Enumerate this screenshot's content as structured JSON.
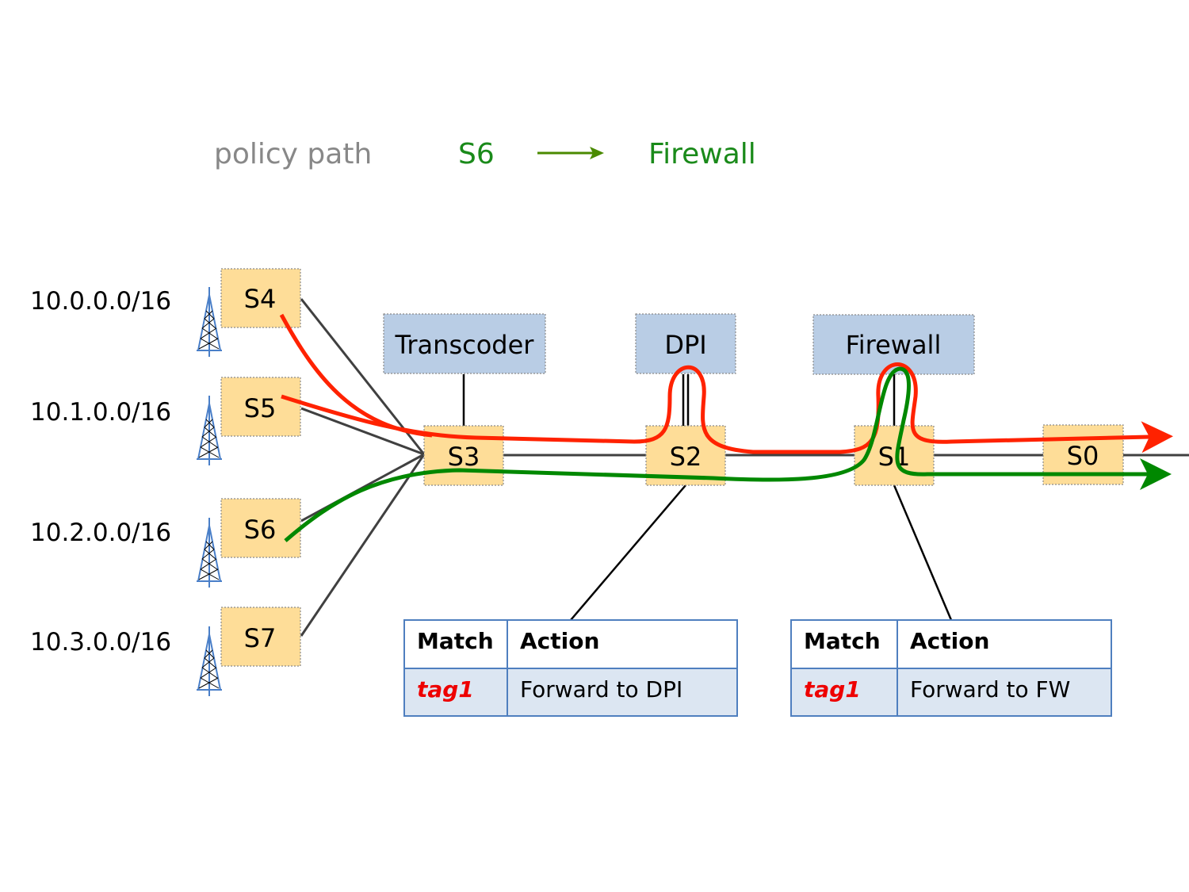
{
  "legend": {
    "label": "policy path",
    "source": "S6",
    "destination": "Firewall",
    "label_color": "#888888",
    "policy_color": "#1a8a1a",
    "arrow_color": "#4a8a00"
  },
  "prefixes": [
    "10.0.0.0/16",
    "10.1.0.0/16",
    "10.2.0.0/16",
    "10.3.0.0/16"
  ],
  "switches": {
    "s0": "S0",
    "s1": "S1",
    "s2": "S2",
    "s3": "S3",
    "s4": "S4",
    "s5": "S5",
    "s6": "S6",
    "s7": "S7"
  },
  "middleboxes": {
    "transcoder": "Transcoder",
    "dpi": "DPI",
    "firewall": "Firewall"
  },
  "tables": [
    {
      "headers": [
        "Match",
        "Action"
      ],
      "rows": [
        [
          "tag1",
          "Forward to DPI"
        ]
      ]
    },
    {
      "headers": [
        "Match",
        "Action"
      ],
      "rows": [
        [
          "tag1",
          "Forward to FW"
        ]
      ]
    }
  ],
  "colors": {
    "switch": "#fedd98",
    "middlebox": "#b9cde5",
    "red_path": "#ff2200",
    "green_path": "#008800",
    "tower": "#4a7fc8",
    "table_border": "#4f7fbf",
    "table_body": "#dce6f2"
  }
}
